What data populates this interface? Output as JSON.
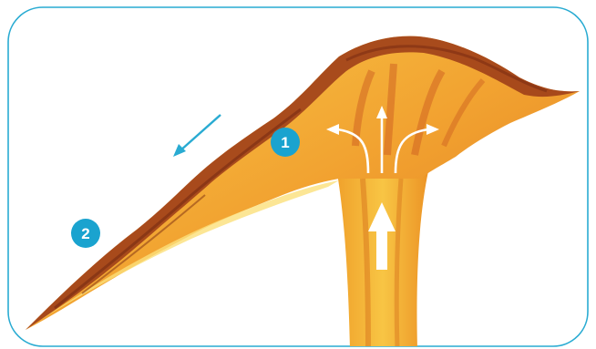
{
  "diagram": {
    "markers": [
      {
        "id": "1",
        "label": "1"
      },
      {
        "id": "2",
        "label": "2"
      }
    ],
    "colors": {
      "frame": "#29abd2",
      "marker": "#1aa3cf",
      "arrow_outward": "#29abd2",
      "flow_arrows": "#ffffff",
      "crust_dark": "#8b3216",
      "magma_orange": "#e58a1f",
      "magma_yellow": "#f3c53c"
    },
    "icons": [
      "flow-arrow-up-icon",
      "flow-arrow-left-icon",
      "flow-arrow-right-icon",
      "spreading-arrow-icon"
    ]
  }
}
